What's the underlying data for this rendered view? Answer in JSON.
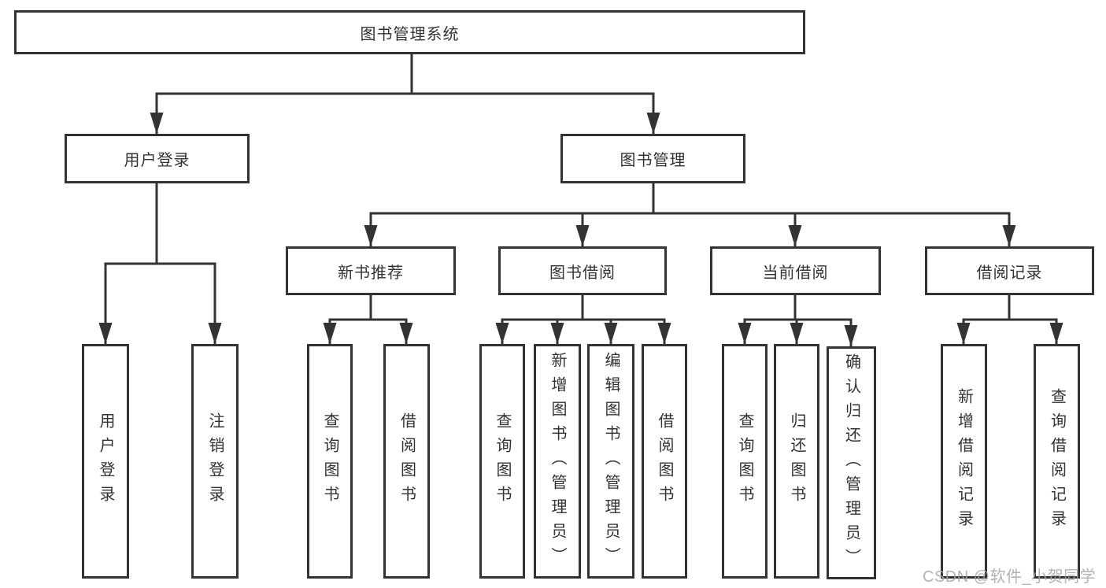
{
  "diagram_type": "hierarchy-flowchart",
  "nodes": {
    "root": "图书管理系统",
    "login_group": "用户登录",
    "book_mgmt": "图书管理",
    "new_book_rec": "新书推荐",
    "book_borrow": "图书借阅",
    "current_borrow": "当前借阅",
    "borrow_record": "借阅记录",
    "leaf_user_login": "用户登录",
    "leaf_logout": "注销登录",
    "leaf_nbr_query_book": "查询图书",
    "leaf_nbr_borrow_book": "借阅图书",
    "leaf_bb_query_book": "查询图书",
    "leaf_bb_add_book": "新增图书（管理员）",
    "leaf_bb_edit_book": "编辑图书（管理员）",
    "leaf_bb_borrow_book": "借阅图书",
    "leaf_cb_query_book": "查询图书",
    "leaf_cb_return_book": "归还图书",
    "leaf_cb_confirm_return": "确认归还（管理员）",
    "leaf_br_add_record": "新增借阅记录",
    "leaf_br_query_record": "查询借阅记录"
  },
  "watermark": "CSDN @软件_小贺同学",
  "colors": {
    "line": "#333333",
    "box_border": "#333333",
    "text": "#333333",
    "background": "#ffffff",
    "watermark": "#a5a5aa"
  }
}
